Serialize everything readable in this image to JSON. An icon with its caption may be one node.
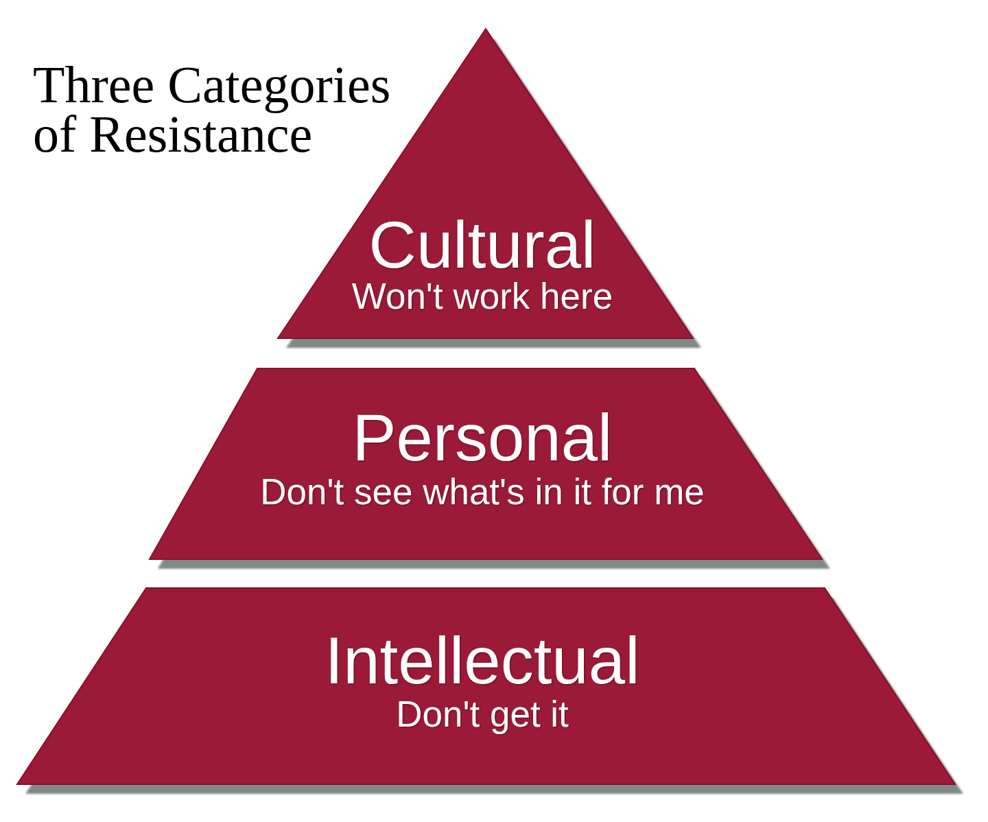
{
  "diagram": {
    "title": "Three Categories of Resistance",
    "nodes": [
      {
        "text": [
          "Cultural",
          "Won't work here"
        ]
      },
      {
        "text": [
          "Personal",
          "Don't see what's in it for me"
        ]
      },
      {
        "text": [
          "Intellectual",
          "Don't get it"
        ]
      }
    ]
  }
}
